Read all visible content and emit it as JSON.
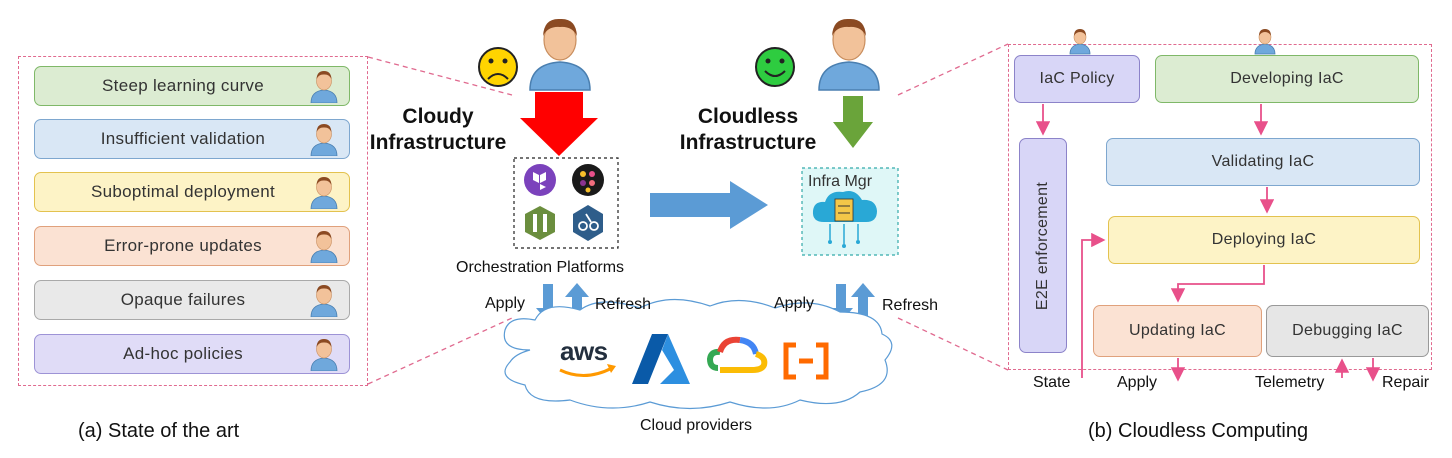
{
  "left_panel": {
    "challenges": [
      {
        "label": "Steep learning curve",
        "fill": "#dcecd2",
        "border": "#7fb868"
      },
      {
        "label": "Insufficient validation",
        "fill": "#d9e7f5",
        "border": "#7ea7cf"
      },
      {
        "label": "Suboptimal deployment",
        "fill": "#fdf3c6",
        "border": "#e3c24f"
      },
      {
        "label": "Error-prone updates",
        "fill": "#fbe2d3",
        "border": "#e0a17c"
      },
      {
        "label": "Opaque failures",
        "fill": "#e9e9e9",
        "border": "#a9a9a9"
      },
      {
        "label": "Ad-hoc policies",
        "fill": "#e0dcf7",
        "border": "#9d93d6"
      }
    ],
    "caption": "(a) State of the art"
  },
  "middle": {
    "cloudy_title": "Cloudy\nInfrastructure",
    "cloudless_title": "Cloudless\nInfrastructure",
    "orchestration_label": "Orchestration Platforms",
    "infra_mgr_label": "Infra Mgr",
    "apply_left": "Apply",
    "refresh_left": "Refresh",
    "apply_right": "Apply",
    "refresh_right": "Refresh",
    "cloud_label": "Cloud providers",
    "aws_text": "aws",
    "colors": {
      "sad_face": "#ffd400",
      "happy_face": "#2ecc40",
      "red_arrow": "#ff0000",
      "green_arrow": "#6aa43a",
      "blue_arrow": "#5b9bd5",
      "infra_box": "#dff7f7"
    }
  },
  "right_panel": {
    "iac_policy": "IaC Policy",
    "developing": "Developing IaC",
    "validating": "Validating IaC",
    "deploying": "Deploying IaC",
    "updating": "Updating IaC",
    "debugging": "Debugging IaC",
    "e2e": "E2E enforcement",
    "state": "State",
    "apply": "Apply",
    "telemetry": "Telemetry",
    "repair": "Repair",
    "caption": "(b) Cloudless Computing",
    "colors": {
      "policy": "#d8d6f7",
      "developing": "#dcecd2",
      "validating": "#d9e7f5",
      "deploying": "#fdf3c6",
      "updating": "#fbe2d3",
      "debugging": "#e6e6e6",
      "e2e": "#d8d6f7",
      "arrow": "#e8508a"
    }
  }
}
